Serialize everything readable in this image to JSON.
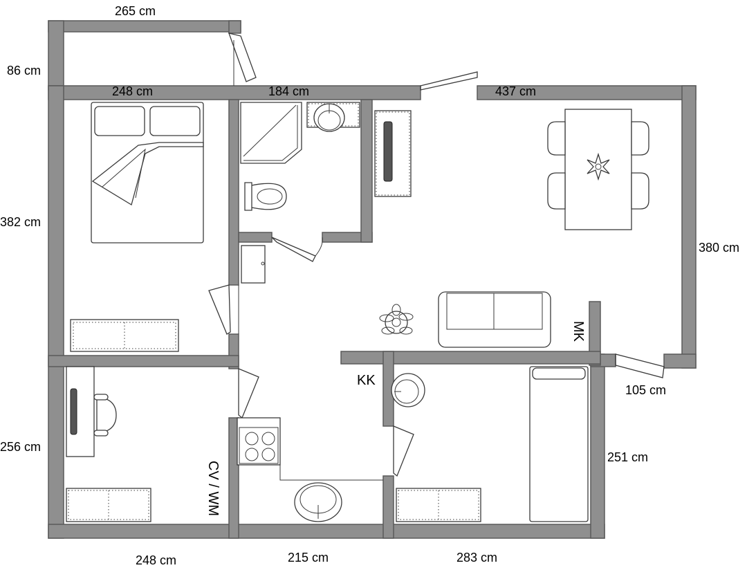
{
  "dimensions": {
    "balcony_width": "265 cm",
    "balcony_depth": "86 cm",
    "bedroom_width": "248 cm",
    "bathroom_width": "184 cm",
    "living_width": "437 cm",
    "bedroom_depth": "382 cm",
    "living_depth": "380 cm",
    "office_depth": "256 cm",
    "small_room_depth": "251 cm",
    "entry_width": "105 cm",
    "bottom_left": "248 cm",
    "bottom_middle": "215 cm",
    "bottom_right": "283 cm"
  },
  "labels": {
    "mk": "MK",
    "kk": "KK",
    "cv_wm": "CV / WM"
  },
  "colors": {
    "wall": "#8f8f8f",
    "line": "#3a3a3a"
  }
}
